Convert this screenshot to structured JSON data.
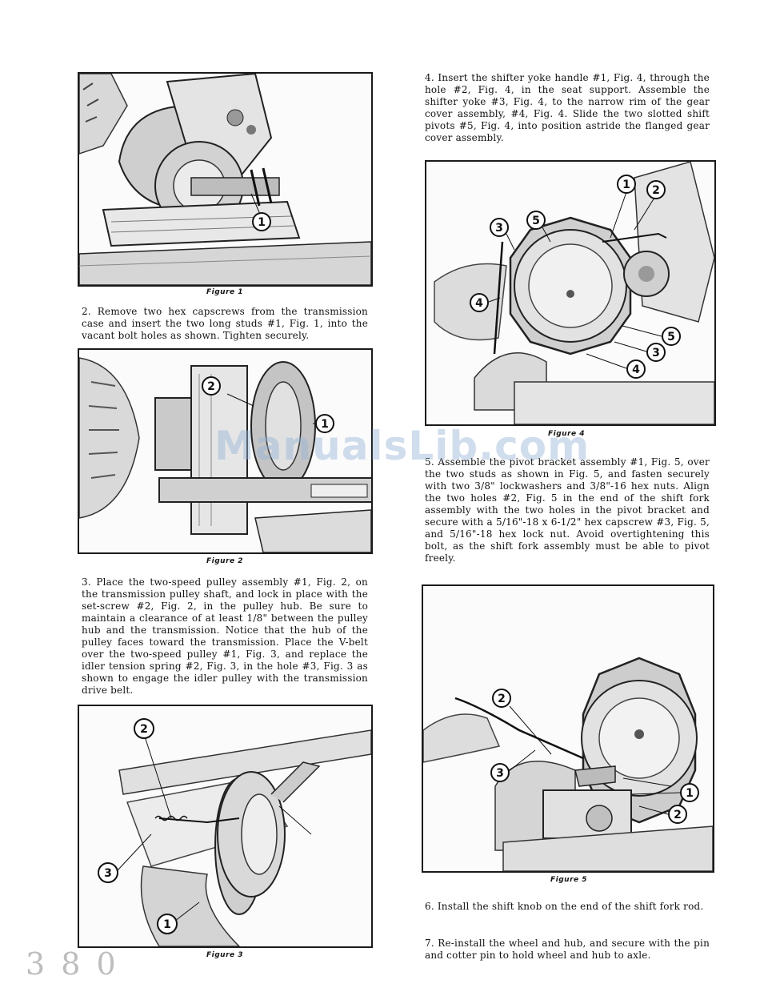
{
  "page": {
    "figures": [
      {
        "caption": "Figure 1",
        "callouts": [
          "1"
        ]
      },
      {
        "caption": "Figure 2",
        "callouts": [
          "2",
          "1"
        ]
      },
      {
        "caption": "Figure 3",
        "callouts": [
          "2",
          "3",
          "1"
        ]
      },
      {
        "caption": "Figure 4",
        "callouts": [
          "1",
          "2",
          "3",
          "5",
          "4",
          "5",
          "3",
          "4"
        ]
      },
      {
        "caption": "Figure 5",
        "callouts": [
          "2",
          "3",
          "1",
          "2"
        ]
      }
    ],
    "paragraphs": {
      "p2": "2. Remove two hex capscrews from the transmission case and insert the two long studs #1, Fig. 1, into the vacant bolt holes as shown. Tighten securely.",
      "p3": "3. Place the two-speed pulley assembly #1, Fig. 2, on the transmission pulley shaft, and lock in place with the set-screw #2, Fig. 2, in the pulley hub. Be sure to maintain a clearance of at least 1/8\" between the pulley hub and the transmission. Notice that the hub of the pulley faces toward the transmission. Place the V-belt over the two-speed pulley #1, Fig. 3, and replace the idler tension spring #2, Fig. 3, in the hole #3, Fig. 3 as shown to engage the idler pulley with the transmission drive belt.",
      "p4": "4. Insert the shifter yoke handle #1, Fig. 4, through the hole #2, Fig. 4, in the seat support. Assemble the shifter yoke #3, Fig. 4, to the narrow rim of the gear cover assembly, #4, Fig. 4. Slide the two slotted shift pivots #5, Fig. 4, into position astride the flanged gear cover assembly.",
      "p5": "5. Assemble the pivot bracket assembly #1, Fig. 5, over the two studs as shown in Fig. 5, and fasten securely with two 3/8\" lockwashers and 3/8\"-16 hex nuts. Align the two holes #2, Fig. 5 in the end of the shift fork assembly with the two holes in the pivot bracket and secure with a 5/16\"-18 x 6-1/2\" hex capscrew #3, Fig. 5, and 5/16\"-18 hex lock nut. Avoid overtightening this bolt, as the shift fork assembly must be able to pivot freely.",
      "p6": "6. Install the shift knob on the end of the shift fork rod.",
      "p7": "7. Re-install the wheel and hub, and secure with the pin and cotter pin to hold wheel and hub to axle."
    },
    "watermark": "ManualsLib.com",
    "page_mark": "3 8 0"
  }
}
